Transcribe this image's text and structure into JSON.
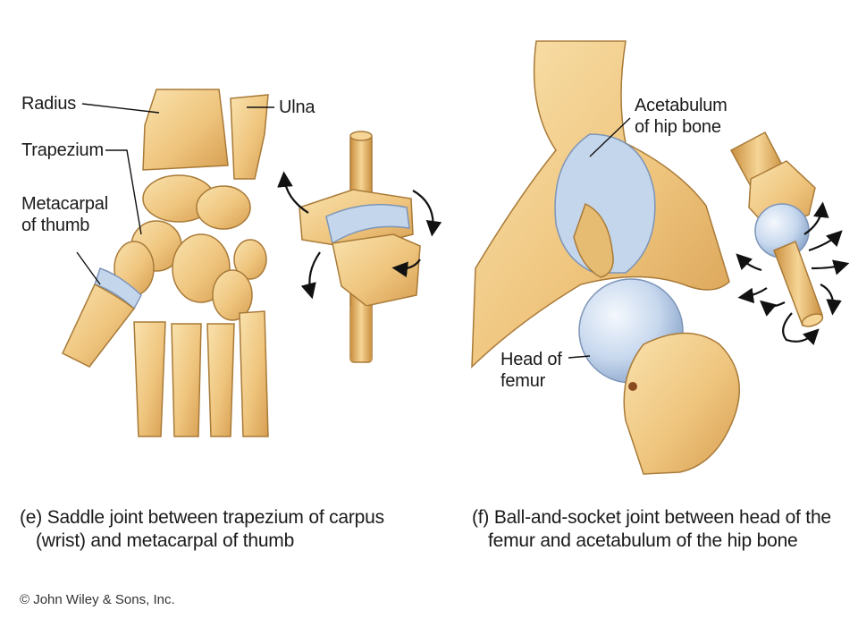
{
  "panel_e": {
    "labels": {
      "radius": "Radius",
      "ulna": "Ulna",
      "trapezium": "Trapezium",
      "metacarpal_line1": "Metacarpal",
      "metacarpal_line2": "of thumb"
    },
    "caption": {
      "line1": "(e) Saddle joint between trapezium of carpus",
      "line2": "(wrist) and metacarpal of thumb"
    }
  },
  "panel_f": {
    "labels": {
      "acetabulum_line1": "Acetabulum",
      "acetabulum_line2": "of hip bone",
      "head_line1": "Head of",
      "head_line2": "femur"
    },
    "caption": {
      "line1": "(f) Ball-and-socket joint between head of the",
      "line2": "femur and acetabulum of the hip bone"
    }
  },
  "copyright": "© John Wiley & Sons, Inc.",
  "colors": {
    "bone": "#f2cf8c",
    "bone_shadow": "#d9a85a",
    "bone_outline": "#a87a38",
    "cartilage": "#c4d6ec",
    "background": "#ffffff"
  }
}
